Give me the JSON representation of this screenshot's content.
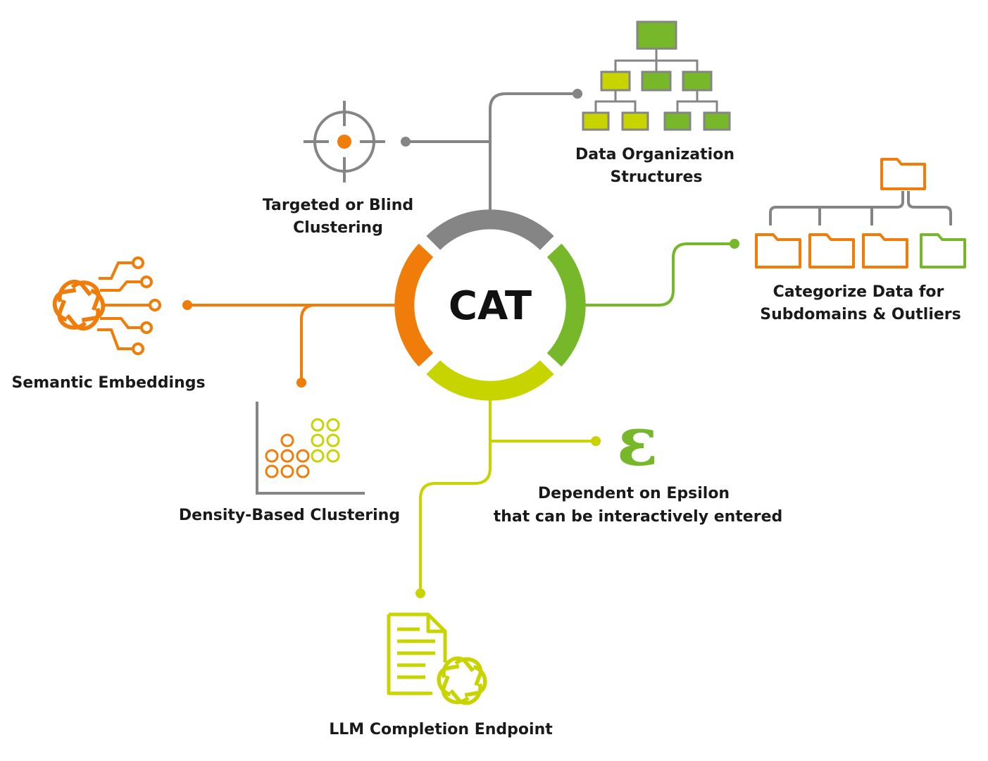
{
  "colors": {
    "orange": "#f07d0a",
    "gray": "#858585",
    "green": "#76b82a",
    "lime": "#c8d400",
    "text": "#1a1a1a"
  },
  "center": {
    "label": "CAT"
  },
  "nodes": {
    "data_organization": {
      "line1": "Data Organization",
      "line2": "Structures",
      "icon": "hierarchy-tree-icon"
    },
    "targeted_clustering": {
      "line1": "Targeted or Blind",
      "line2": "Clustering",
      "icon": "crosshair-target-icon"
    },
    "categorize": {
      "line1": "Categorize Data for",
      "line2": "Subdomains & Outliers",
      "icon": "folder-tree-icon"
    },
    "semantic_embeddings": {
      "line1": "Semantic Embeddings",
      "icon": "openai-knot-circuit-icon"
    },
    "density_clustering": {
      "line1": "Density-Based Clustering",
      "icon": "scatter-clusters-icon"
    },
    "epsilon": {
      "line1": "Dependent on Epsilon",
      "line2": "that can be interactively entered",
      "icon": "epsilon-icon",
      "symbol": "ε"
    },
    "llm_completion": {
      "line1": "LLM Completion Endpoint",
      "icon": "document-openai-icon"
    }
  }
}
